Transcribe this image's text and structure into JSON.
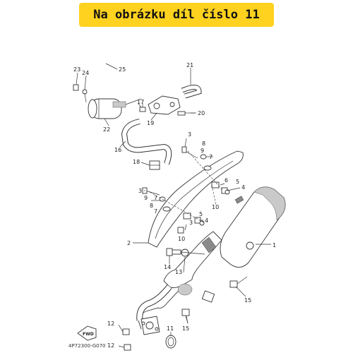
{
  "banner": {
    "text": "Na obrázku díl číslo 11"
  },
  "callouts": [
    "1",
    "2",
    "3",
    "3",
    "3",
    "4",
    "4",
    "5",
    "5",
    "6",
    "7",
    "7",
    "7",
    "8",
    "8",
    "9",
    "9",
    "10",
    "10",
    "11",
    "12",
    "12",
    "13",
    "14",
    "15",
    "15",
    "16",
    "17",
    "18",
    "19",
    "20",
    "21",
    "22",
    "23",
    "24",
    "25"
  ],
  "fwd_label": "FWD",
  "drawing_code": "4P72300-G070",
  "colors": {
    "banner_bg": "#ffd21f",
    "line": "#333333",
    "shade": "#c9c9c9"
  }
}
